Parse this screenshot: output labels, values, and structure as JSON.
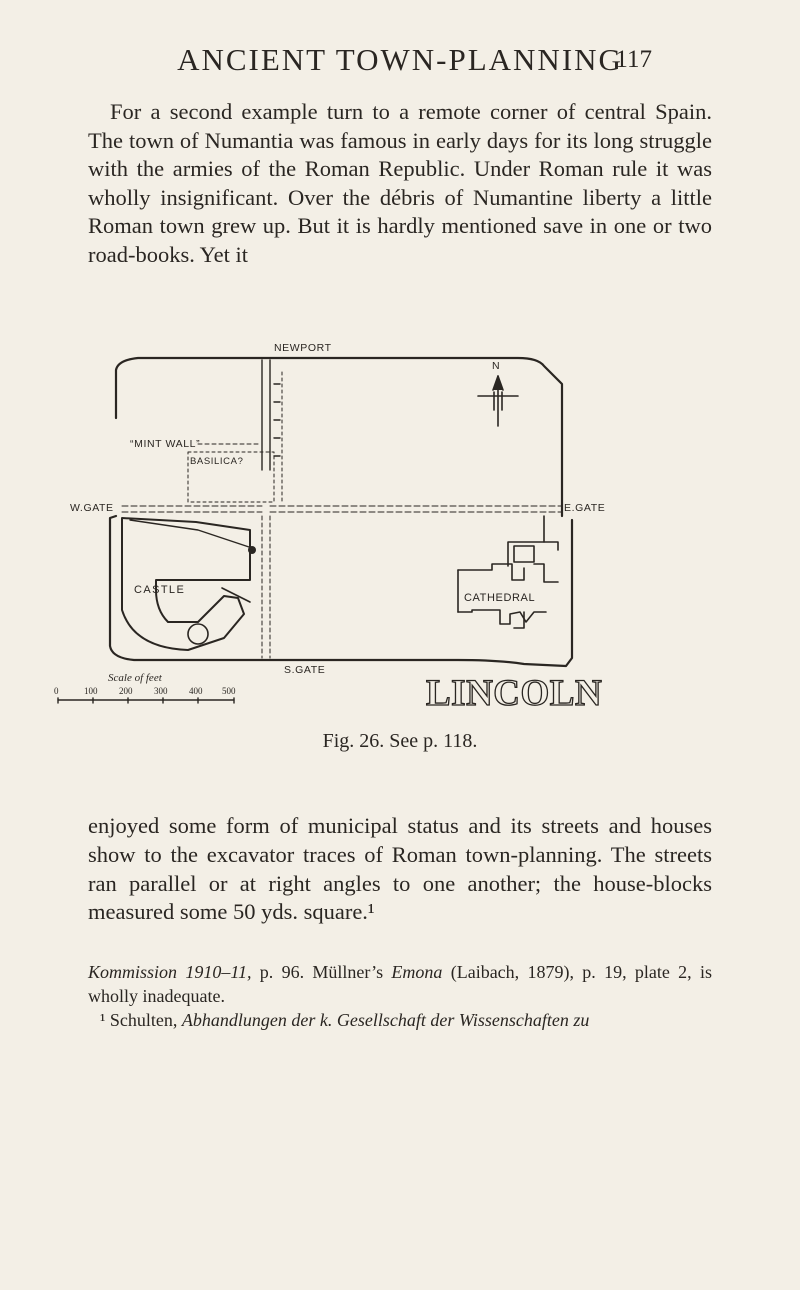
{
  "header": {
    "running_title": "ANCIENT TOWN-PLANNING",
    "page_number": "117"
  },
  "body_top": "For a second example turn to a remote corner of central Spain. The town of Numantia was famous in early days for its long struggle with the armies of the Roman Republic. Under Roman rule it was wholly insignificant. Over the débris of Numantine liberty a little Roman town grew up. But it is hardly mentioned save in one or two road-books. Yet it",
  "figure": {
    "labels": {
      "north_gate": "NEWPORT",
      "north_arrow": "N",
      "mint_wall": "“MINT WALL”",
      "basilica": "BASILICA?",
      "west_gate": "W.GATE",
      "east_gate": "E.GATE",
      "castle": "CASTLE",
      "cathedral": "CATHEDRAL",
      "south_gate": "S.GATE",
      "scale_title": "Scale of feet",
      "scale_ticks": [
        "0",
        "100",
        "200",
        "300",
        "400",
        "500"
      ],
      "town": "LINCOLN"
    },
    "caption": "Fig. 26. See p. 118."
  },
  "body_bottom": "enjoyed some form of municipal status and its streets and houses show to the excavator traces of Roman town-planning. The streets ran parallel or at right angles to one another; the house-blocks measured some 50 yds. square.¹",
  "footnotes": {
    "fn1_italic_a": "Kommission 1910–11,",
    "fn1_text_a": " p. 96. Müllner’s ",
    "fn1_italic_b": "Emona",
    "fn1_text_b": " (Laibach, 1879), p. 19, plate 2, is wholly inadequate.",
    "fn2_mark": "¹",
    "fn2_text": " Schulten, ",
    "fn2_italic": "Abhandlungen der k. Gesellschaft der Wissenschaften zu"
  }
}
